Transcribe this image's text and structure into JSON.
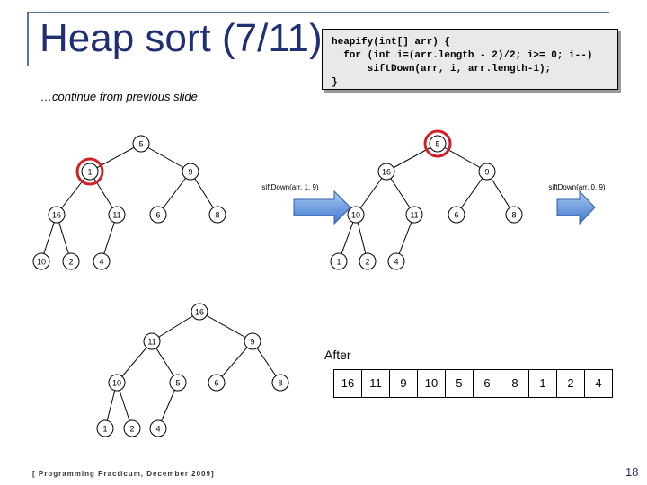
{
  "title": "Heap sort (7/11)",
  "code": [
    "heapify(int[] arr) {",
    "  for (int i=(arr.length - 2)/2; i>= 0; i--)",
    "      siftDown(arr, i, arr.length-1);",
    "}"
  ],
  "subtitle": "…continue from previous slide",
  "arrow1_label": "siftDown(arr, 1, 9)",
  "arrow2_label": "siftDown(arr, 0, 9)",
  "after_label": "After",
  "after_array": [
    "16",
    "11",
    "9",
    "10",
    "5",
    "6",
    "8",
    "1",
    "2",
    "4"
  ],
  "footer": "[ Programming Practicum, December 2009]",
  "page_number": "18",
  "colors": {
    "highlight": "#d0202a",
    "title": "#1f2f73",
    "arrow": "#5b8fd8"
  },
  "trees": [
    {
      "name": "before",
      "values": [
        "5",
        "1",
        "9",
        "16",
        "11",
        "6",
        "8",
        "10",
        "2",
        "4"
      ],
      "highlight": [
        1
      ]
    },
    {
      "name": "middle",
      "values": [
        "5",
        "16",
        "9",
        "10",
        "11",
        "6",
        "8",
        "1",
        "2",
        "4"
      ],
      "highlight": [
        0
      ]
    },
    {
      "name": "after",
      "values": [
        "16",
        "11",
        "9",
        "10",
        "5",
        "6",
        "8",
        "1",
        "2",
        "4"
      ],
      "highlight": []
    }
  ]
}
